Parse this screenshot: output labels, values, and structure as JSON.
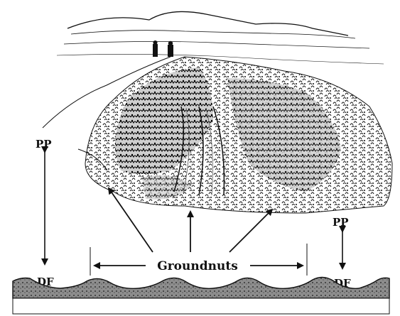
{
  "labels": {
    "pp_left": "PP",
    "df_left": "DF",
    "pp_right": "PP",
    "df_right": "DF",
    "crop": "Groundnuts"
  },
  "colors": {
    "ink": "#111111",
    "paper": "#ffffff",
    "soil": "#9a9a9a"
  }
}
